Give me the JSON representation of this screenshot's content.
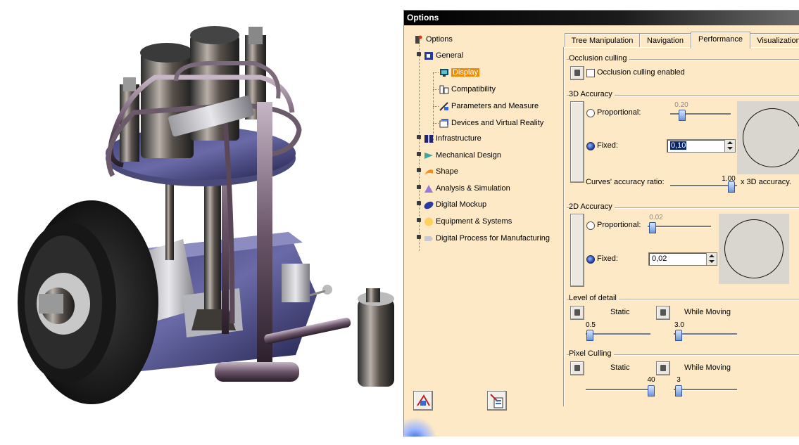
{
  "dialog": {
    "title": "Options"
  },
  "tree": {
    "root": "Options",
    "general": "General",
    "display": "Display",
    "compatibility": "Compatibility",
    "parameters": "Parameters and Measure",
    "devices": "Devices and Virtual Reality",
    "infrastructure": "Infrastructure",
    "mechanical": "Mechanical Design",
    "shape": "Shape",
    "analysis": "Analysis & Simulation",
    "digital_mockup": "Digital Mockup",
    "equipment": "Equipment & Systems",
    "dpm": "Digital Process for Manufacturing"
  },
  "tabs": {
    "tree_manipulation": "Tree Manipulation",
    "navigation": "Navigation",
    "performance": "Performance",
    "visualization": "Visualization"
  },
  "occlusion": {
    "title": "Occlusion culling",
    "checkbox_label": "Occlusion culling enabled",
    "enabled": false
  },
  "accuracy3d": {
    "title": "3D Accuracy",
    "proportional_label": "Proportional:",
    "proportional_value": "0.20",
    "fixed_label": "Fixed:",
    "fixed_value": "0,10",
    "curves_label": "Curves' accuracy ratio:",
    "curves_value": "1.00",
    "curves_suffix": "x 3D accuracy.",
    "selected": "fixed"
  },
  "accuracy2d": {
    "title": "2D Accuracy",
    "proportional_label": "Proportional:",
    "proportional_value": "0.02",
    "fixed_label": "Fixed:",
    "fixed_value": "0,02",
    "selected": "fixed"
  },
  "level_of_detail": {
    "title": "Level of detail",
    "static_label": "Static",
    "moving_label": "While Moving",
    "static_value": "0.5",
    "moving_value": "3.0"
  },
  "pixel_culling": {
    "title": "Pixel Culling",
    "static_label": "Static",
    "moving_label": "While Moving",
    "static_value": "40",
    "moving_value": "3"
  },
  "colors": {
    "selection": "#f08c00",
    "dialog_bg": "#fde9c6",
    "titlebar": "#000000"
  }
}
